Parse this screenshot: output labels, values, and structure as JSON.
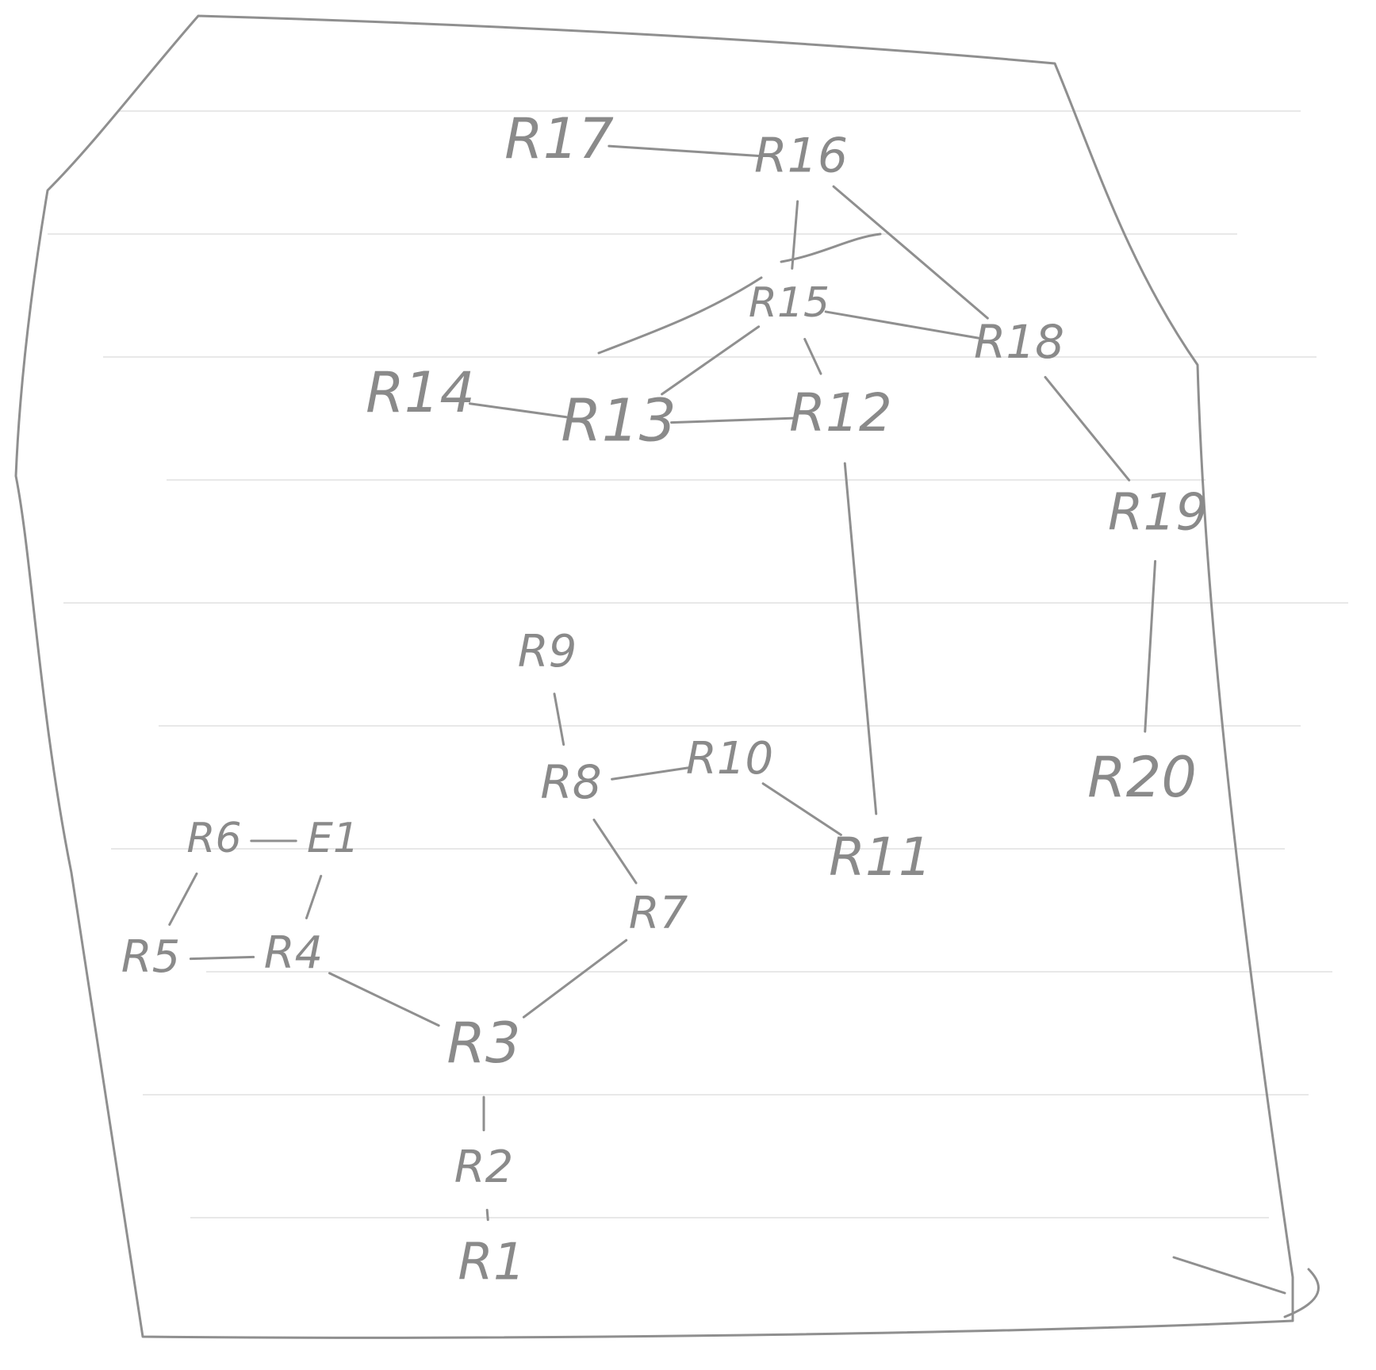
{
  "colors": {
    "paper": "#ffffff",
    "pencil": "#8f8f8f",
    "ruled_line": "#e8e8e8"
  },
  "nodes": [
    {
      "id": "R1",
      "label": "R1"
    },
    {
      "id": "R2",
      "label": "R2"
    },
    {
      "id": "R3",
      "label": "R3"
    },
    {
      "id": "R4",
      "label": "R4"
    },
    {
      "id": "R5",
      "label": "R5"
    },
    {
      "id": "R6",
      "label": "R6"
    },
    {
      "id": "R7",
      "label": "R7"
    },
    {
      "id": "R8",
      "label": "R8"
    },
    {
      "id": "R9",
      "label": "R9"
    },
    {
      "id": "R10",
      "label": "R10"
    },
    {
      "id": "R11",
      "label": "R11"
    },
    {
      "id": "R12",
      "label": "R12"
    },
    {
      "id": "R13",
      "label": "R13"
    },
    {
      "id": "R14",
      "label": "R14"
    },
    {
      "id": "R15",
      "label": "R15"
    },
    {
      "id": "R16",
      "label": "R16"
    },
    {
      "id": "R17",
      "label": "R17"
    },
    {
      "id": "R18",
      "label": "R18"
    },
    {
      "id": "R19",
      "label": "R19"
    },
    {
      "id": "R20",
      "label": "R20"
    },
    {
      "id": "E1",
      "label": "E1"
    }
  ],
  "edges": [
    {
      "from": "R1",
      "to": "R2"
    },
    {
      "from": "R2",
      "to": "R3"
    },
    {
      "from": "R3",
      "to": "R4"
    },
    {
      "from": "R3",
      "to": "R7"
    },
    {
      "from": "R4",
      "to": "R5"
    },
    {
      "from": "R4",
      "to": "E1"
    },
    {
      "from": "R5",
      "to": "R6"
    },
    {
      "from": "R6",
      "to": "E1"
    },
    {
      "from": "R7",
      "to": "R8"
    },
    {
      "from": "R8",
      "to": "R9"
    },
    {
      "from": "R8",
      "to": "R10"
    },
    {
      "from": "R10",
      "to": "R11"
    },
    {
      "from": "R11",
      "to": "R12"
    },
    {
      "from": "R12",
      "to": "R13"
    },
    {
      "from": "R12",
      "to": "R15"
    },
    {
      "from": "R13",
      "to": "R14"
    },
    {
      "from": "R13",
      "to": "R15"
    },
    {
      "from": "R15",
      "to": "R16"
    },
    {
      "from": "R15",
      "to": "R18"
    },
    {
      "from": "R16",
      "to": "R17"
    },
    {
      "from": "R16",
      "to": "R18"
    },
    {
      "from": "R18",
      "to": "R19"
    },
    {
      "from": "R19",
      "to": "R20"
    }
  ]
}
